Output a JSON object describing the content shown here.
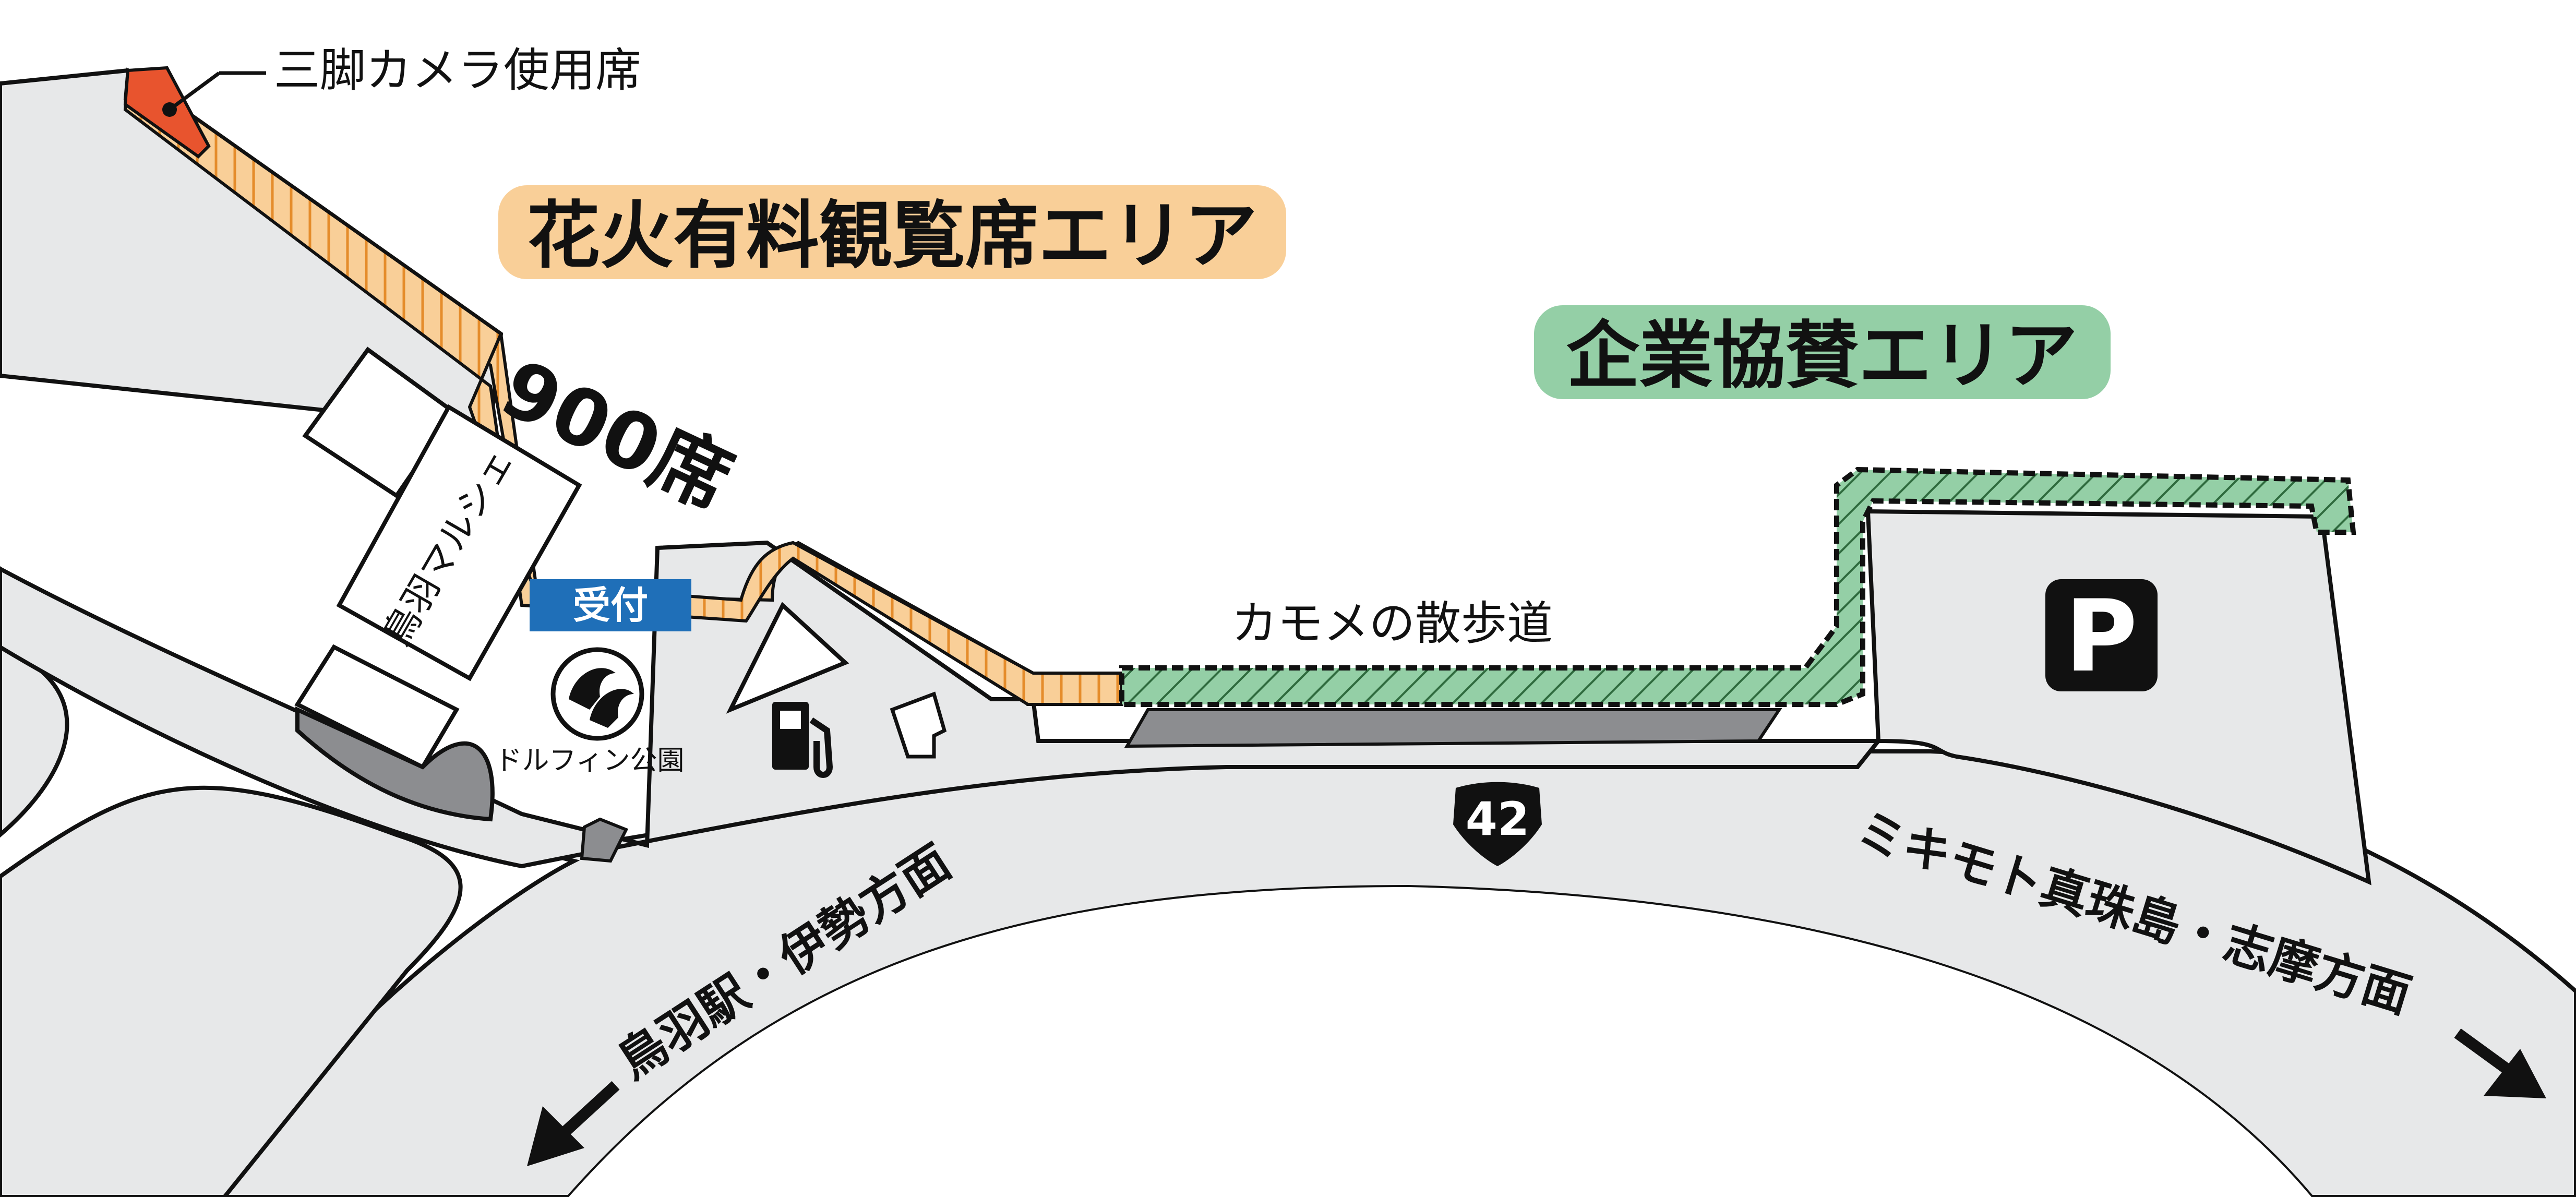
{
  "labels": {
    "tripod_seats": "三脚カメラ使用席",
    "paid_area": "花火有料観覧席エリア",
    "sponsor_area": "企業協賛エリア",
    "seat_count": "900席",
    "market": "鳥羽マルシェ",
    "reception": "受付",
    "park": "ドルフィン公園",
    "promenade": "カモメの散歩道",
    "route_number": "42",
    "parking": "P",
    "dir_left": "鳥羽駅・伊勢方面",
    "dir_right": "ミキモト真珠島・志摩方面"
  },
  "colors": {
    "paid_area_fill": "#f9cf98",
    "paid_area_hatch": "#e58c2b",
    "sponsor_fill": "#94cfa6",
    "sponsor_hatch": "#2f6b3e",
    "tripod_fill": "#e8542e",
    "land": "#e7e8e9",
    "reception_blue": "#1f6fb8",
    "dark_gray": "#8c8d90"
  },
  "icons": [
    "fuel-pump-icon",
    "toilet-building-icon",
    "dolphin-logo-icon",
    "route-shield-icon",
    "parking-icon",
    "arrow-southwest-icon",
    "arrow-southeast-icon"
  ]
}
